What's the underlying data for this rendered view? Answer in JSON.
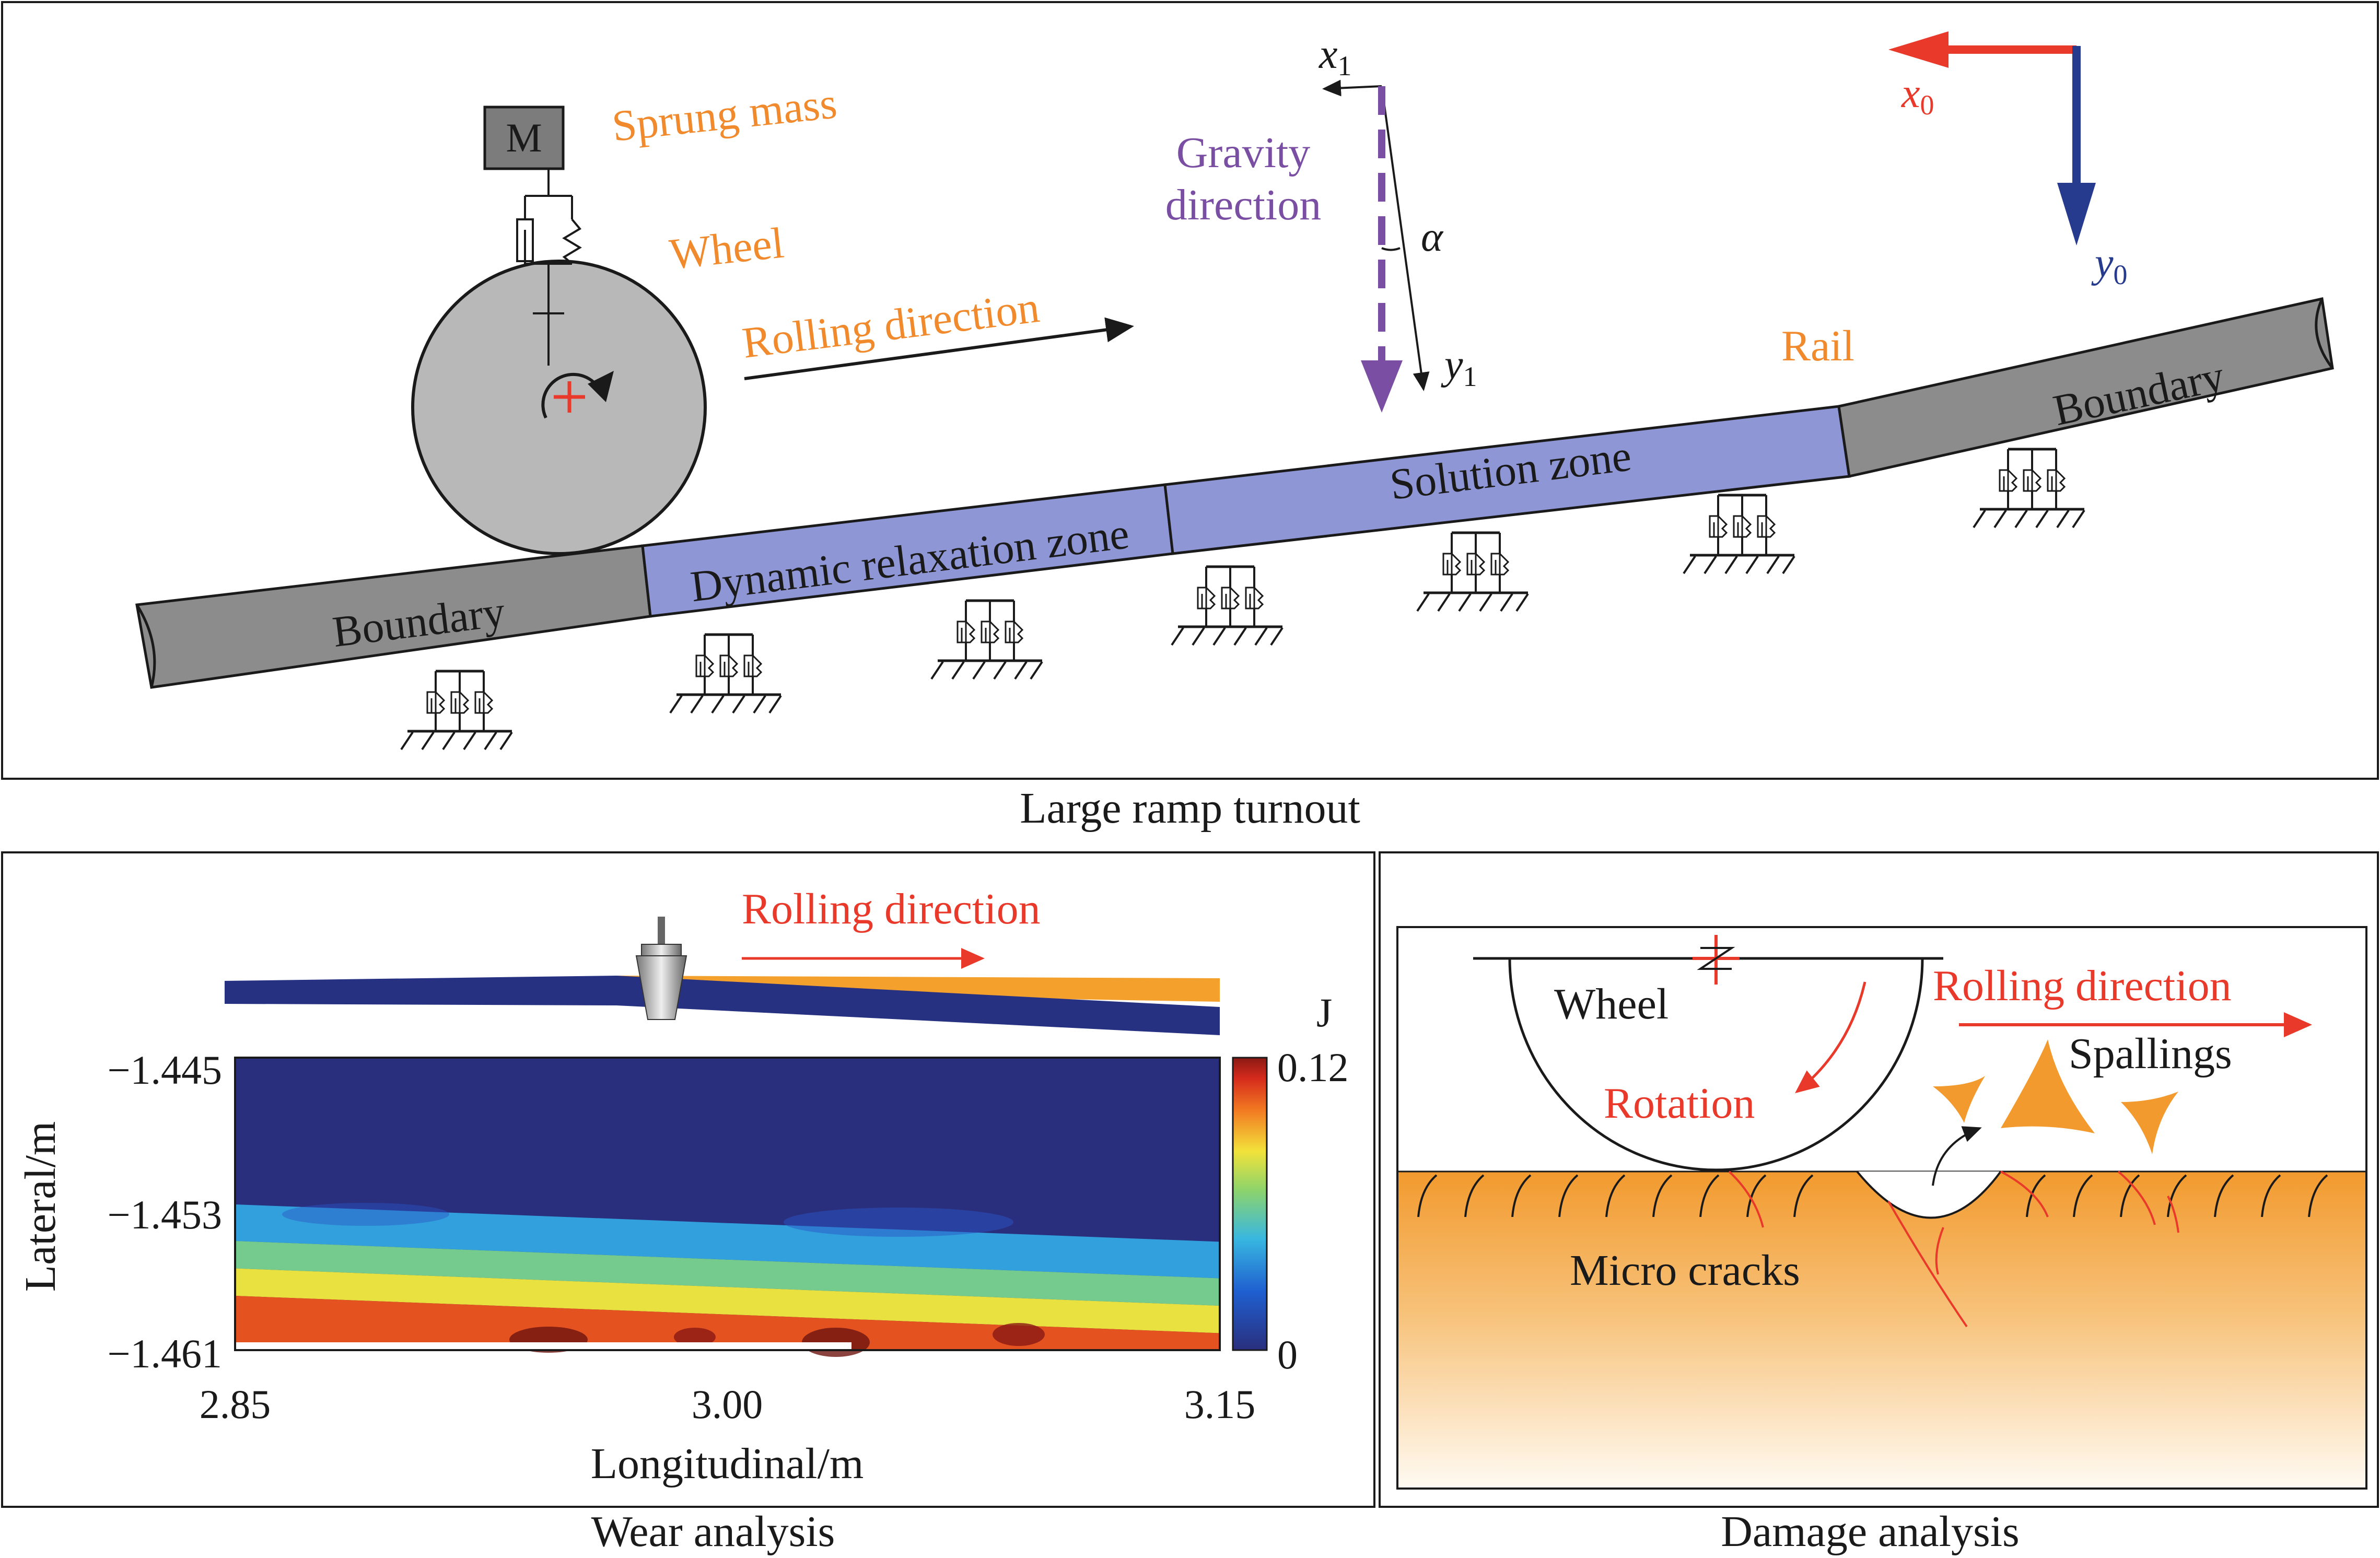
{
  "top_panel": {
    "caption": "Large ramp turnout",
    "labels": {
      "mass": "M",
      "sprung_mass": "Sprung mass",
      "wheel": "Wheel",
      "rolling_direction": "Rolling direction",
      "gravity_line1": "Gravity",
      "gravity_line2": "direction",
      "alpha": "α",
      "x1": "x",
      "x1_sub": "1",
      "y1": "y",
      "y1_sub": "1",
      "x0": "x",
      "x0_sub": "0",
      "y0": "y",
      "y0_sub": "0",
      "rail": "Rail",
      "boundary_left": "Boundary",
      "boundary_right": "Boundary",
      "dynamic_zone": "Dynamic relaxation zone",
      "solution_zone": "Solution zone"
    },
    "colors": {
      "rail_gray": "#8c8c8c",
      "zone_blue": "#8f96d6",
      "label_orange": "#f08a2c",
      "gravity_purple": "#7a4fa3",
      "axis_red": "#e8392a",
      "axis_blue": "#263b8e"
    }
  },
  "wear_panel": {
    "caption": "Wear analysis",
    "rolling_direction": "Rolling direction",
    "colorbar": {
      "unit": "J",
      "max_label": "0.12",
      "min_label": "0",
      "min": 0,
      "max": 0.12
    },
    "chart_data": {
      "type": "heatmap",
      "xlabel": "Longitudinal/m",
      "ylabel": "Lateral/m",
      "x_ticks": [
        "2.85",
        "3.00",
        "3.15"
      ],
      "y_ticks": [
        "−1.445",
        "−1.453",
        "−1.461"
      ],
      "xlim": [
        2.85,
        3.15
      ],
      "ylim": [
        -1.461,
        -1.445
      ],
      "value_range": [
        0,
        0.12
      ],
      "bands": [
        {
          "y_top": -1.445,
          "y_bottom": -1.4535,
          "value": 0.0
        },
        {
          "y_top": -1.4535,
          "y_bottom": -1.4555,
          "value": 0.04
        },
        {
          "y_top": -1.4555,
          "y_bottom": -1.457,
          "value": 0.06
        },
        {
          "y_top": -1.457,
          "y_bottom": -1.4585,
          "value": 0.08
        },
        {
          "y_top": -1.4585,
          "y_bottom": -1.461,
          "value": 0.105
        }
      ]
    }
  },
  "damage_panel": {
    "caption": "Damage analysis",
    "labels": {
      "wheel": "Wheel",
      "rotation": "Rotation",
      "rolling_direction": "Rolling direction",
      "spallings": "Spallings",
      "micro_cracks": "Micro cracks"
    }
  }
}
